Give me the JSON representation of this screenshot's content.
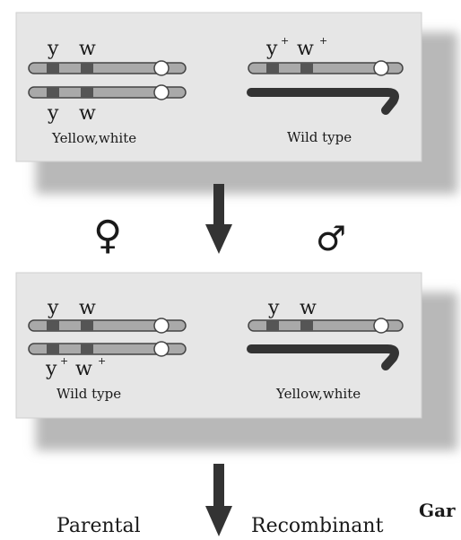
{
  "panel1": {
    "left": {
      "top_labels": [
        "y",
        "w"
      ],
      "bottom_labels": [
        "y",
        "w"
      ],
      "caption": "Yellow,white"
    },
    "right": {
      "labels": [
        "y",
        "+",
        "w",
        "+"
      ],
      "caption": "Wild type"
    }
  },
  "parents": {
    "female_symbol": "♀",
    "male_symbol": "♂"
  },
  "panel2": {
    "left": {
      "top_labels": [
        "y",
        "w"
      ],
      "bottom_labels": [
        "y",
        "+",
        "w",
        "+"
      ],
      "caption": "Wild type"
    },
    "right": {
      "labels": [
        "y",
        "w"
      ],
      "caption": "Yellow,white"
    }
  },
  "footer": {
    "parental": "Parental",
    "recombinant": "Recombinant",
    "gametes_cut": "Gar"
  },
  "colors": {
    "panel_fill": "#e6e6e6",
    "panel_shadow": "#bcbcbc",
    "chromosome_fill": "#a9a9a9",
    "gene_band": "#555555",
    "y_chromosome": "#333333",
    "arrow": "#333333"
  }
}
